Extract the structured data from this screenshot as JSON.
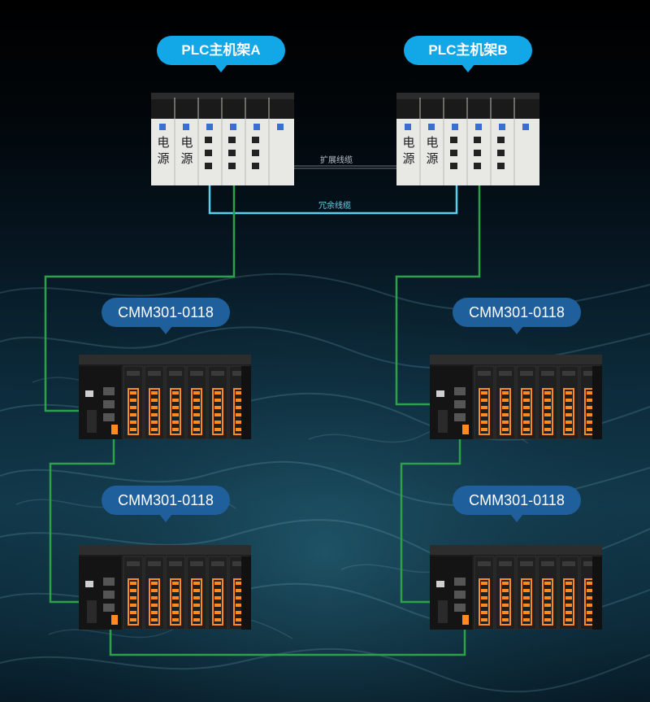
{
  "racks": {
    "a": {
      "title": "PLC主机架A",
      "power_label": [
        "电",
        "源"
      ]
    },
    "b": {
      "title": "PLC主机架B",
      "power_label": [
        "电",
        "源"
      ]
    }
  },
  "cables": {
    "expansion": "扩展线缆",
    "redundant": "冗余线缆"
  },
  "modules": [
    {
      "label": "CMM301-0118"
    },
    {
      "label": "CMM301-0118"
    },
    {
      "label": "CMM301-0118"
    },
    {
      "label": "CMM301-0118"
    }
  ],
  "colors": {
    "plc_bubble": "#12a8e8",
    "cmm_bubble": "#1f5f9c",
    "redundant_cable": "#5ad0f0",
    "network_cable": "#2fa04a",
    "io_terminal": "#ff8a1f"
  },
  "icons": [
    "power-supply-icon",
    "io-module-icon",
    "plc-rack-icon"
  ]
}
